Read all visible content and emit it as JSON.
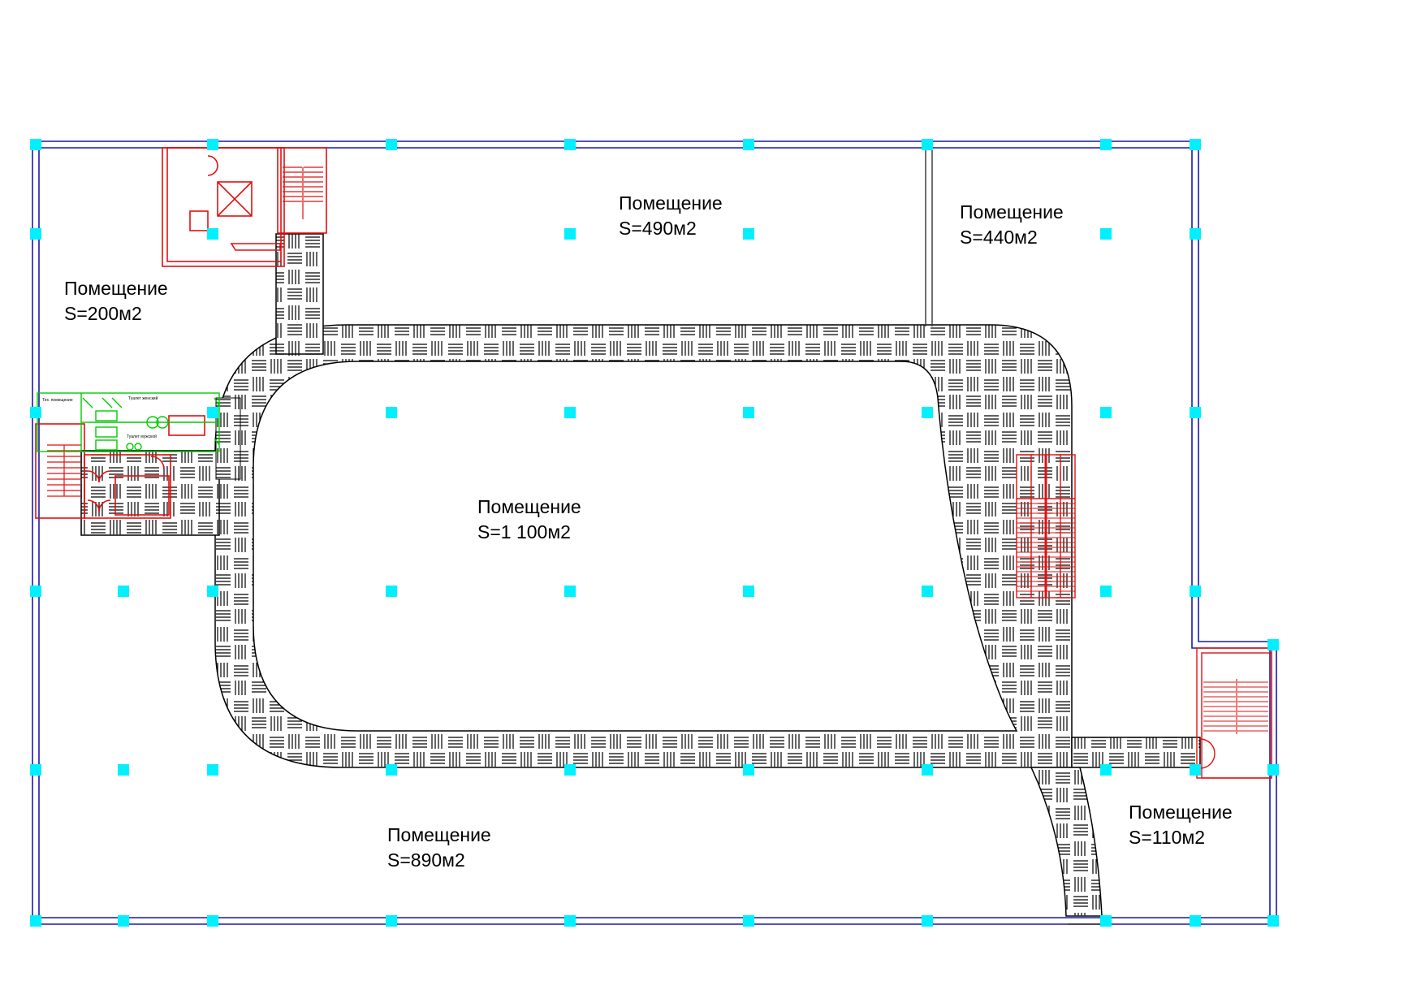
{
  "colors": {
    "outer_wall": "#1a1aa8",
    "column": "#00f0ff",
    "stair": "#e01010",
    "sanitary": "#00cc00",
    "corridor_hatch": "#000000",
    "partition": "#333333"
  },
  "rooms": [
    {
      "name": "Помещение",
      "area": "S=200м2"
    },
    {
      "name": "Помещение",
      "area": "S=490м2"
    },
    {
      "name": "Помещение",
      "area": "S=440м2"
    },
    {
      "name": "Помещение",
      "area": "S=1 100м2"
    },
    {
      "name": "Помещение",
      "area": "S=890м2"
    },
    {
      "name": "Помещение",
      "area": "S=110м2"
    }
  ],
  "service_labels": {
    "tech_room": "Тех. помещение",
    "wc_women": "Туалет женский",
    "wc_men": "Туалет мужской"
  }
}
